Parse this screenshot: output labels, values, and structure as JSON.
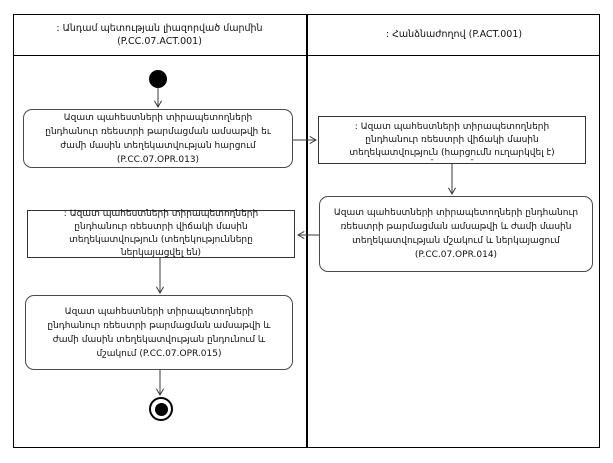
{
  "diagram": {
    "lanes": [
      {
        "id": "authorized-body",
        "title_line1": ": Անդամ պետության լիազորված մարմին",
        "title_line2": "(P.CC.07.ACT.001)"
      },
      {
        "id": "commission",
        "title": ": Հանձնաժողով (P.ACT.001)"
      }
    ],
    "nodes": {
      "opr013": {
        "type": "action",
        "text": "Ազատ պահեստների տիրապետողների ընդհանուր ռեեստրի թարմացման ամսաթվի եւ ժամի մասին տեղեկատվության հարցում (P.CC.07.OPR.013)"
      },
      "request_sent": {
        "type": "object",
        "text": ": Ազատ պահեստների տիրապետողների ընդհանուր ռեեստրի վիճակի մասին տեղեկատվություն (հարցումն ուղարկվել է)",
        "marks": "- -"
      },
      "opr014": {
        "type": "action",
        "text": "Ազատ պահեստների տիրապետողների ընդհանուր ռեեստրի թարմացման ամսաթվի և ժամի մասին տեղեկատվության մշակում և ներկայացում (P.CC.07.OPR.014)"
      },
      "info_submitted": {
        "type": "object",
        "text": ": Ազատ պահեստների տիրապետողների ընդհանուր ռեեստրի վիճակի մասին տեղեկատվություն (տեղեկությունները ներկայացվել են)"
      },
      "opr015": {
        "type": "action",
        "text": "Ազատ պահեստների տիրապետողների ընդհանուր ռեեստրի թարմացման ամսաթվի և ժամի մասին տեղեկատվության ընդունում և մշակում (P.CC.07.OPR.015)"
      }
    },
    "colors": {
      "line": "#000000",
      "connector": "#3a3a3a",
      "box_border": "#4a4a4a",
      "text": "#111111",
      "background": "#ffffff"
    }
  }
}
